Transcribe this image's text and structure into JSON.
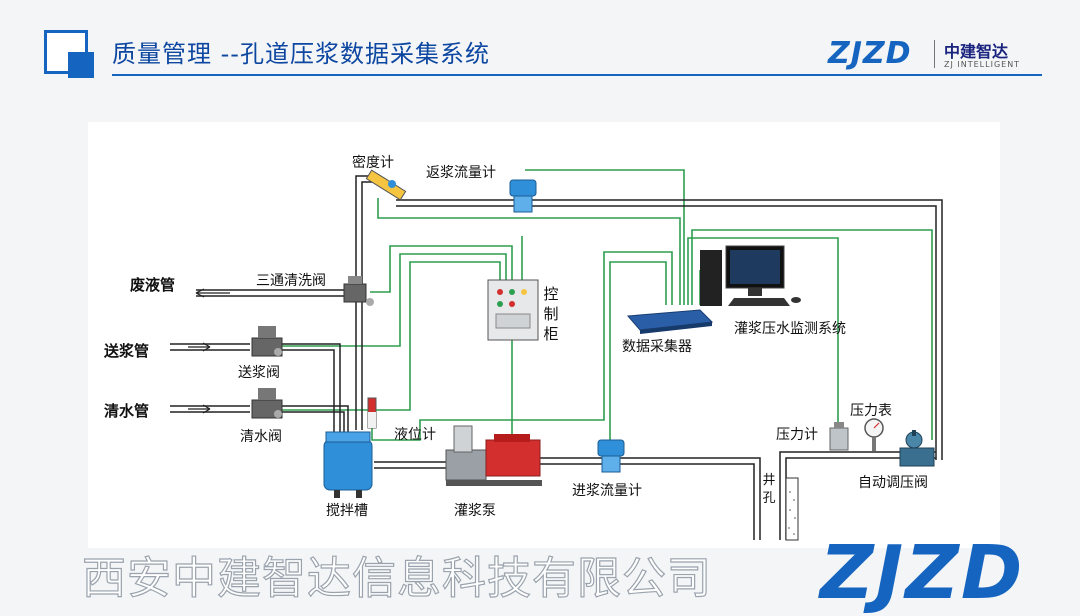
{
  "header": {
    "title": "质量管理 --孔道压浆数据采集系统",
    "brand_mark": "ZJZD",
    "brand_cn": "中建智达",
    "brand_en": "ZJ INTELLIGENT"
  },
  "diagram": {
    "labels": {
      "density_meter": "密度计",
      "return_flowmeter": "返浆流量计",
      "three_way_valve": "三通清洗阀",
      "waste_pipe": "废液管",
      "feed_pipe": "送浆管",
      "feed_valve": "送浆阀",
      "water_pipe": "清水管",
      "water_valve": "清水阀",
      "mixer_tank": "搅拌槽",
      "level_meter": "液位计",
      "grout_pump": "灌浆泵",
      "inlet_flowmeter": "进浆流量计",
      "control_cabinet": "控制柜",
      "data_collector": "数据采集器",
      "monitor_system": "灌浆压水监测系统",
      "pressure_meter": "压力计",
      "pressure_gauge": "压力表",
      "auto_valve": "自动调压阀",
      "well_hole": "井孔"
    },
    "colors": {
      "pipe": "#222222",
      "signal": "#2e9e4f",
      "device_blue": "#2f8fd8",
      "pump_red": "#d32f2f"
    }
  },
  "footer": {
    "company": "西安中建智达信息科技有限公司",
    "brand": "ZJZD"
  }
}
